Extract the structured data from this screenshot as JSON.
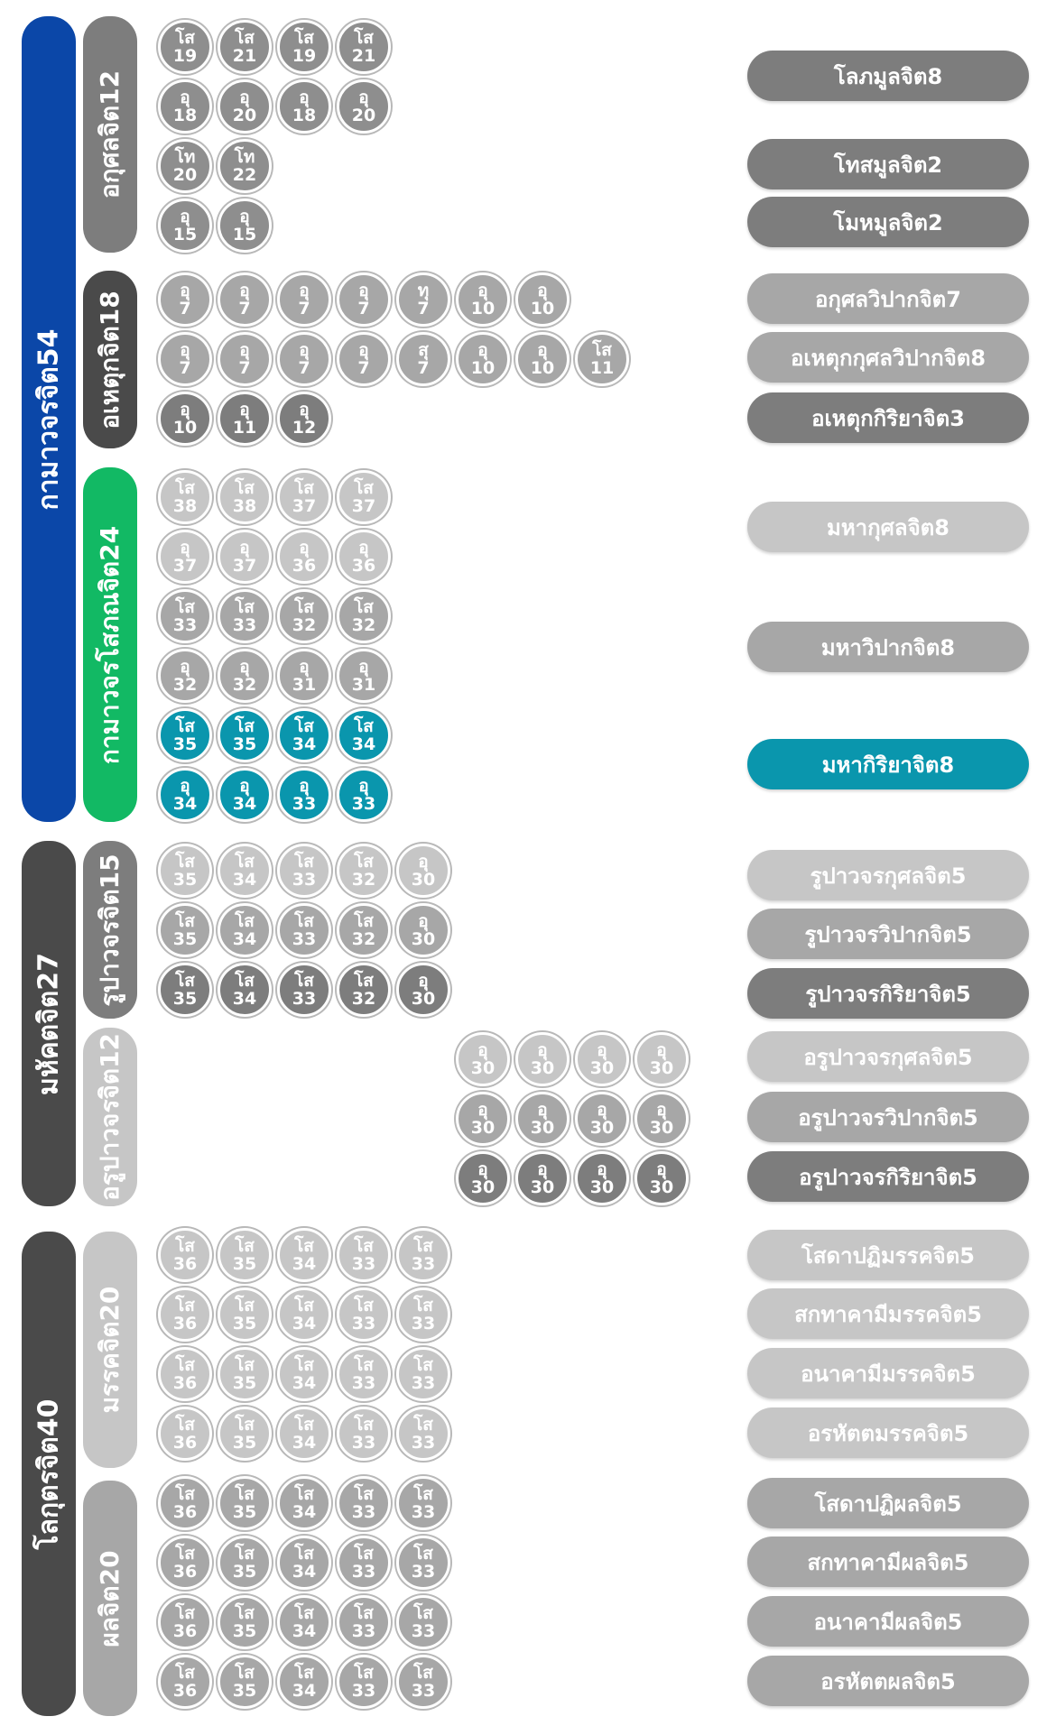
{
  "colors": {
    "blue": "#0b47a8",
    "green": "#12b964",
    "gray_dark": "#4a4a4a",
    "gray_mid": "#7d7d7d",
    "gray_mid2": "#8e8e8e",
    "gray_light": "#a7a7a7",
    "gray_pale": "#c6c6c6",
    "teal": "#0a96ad"
  },
  "level1": [
    {
      "label": "กามาวจรจิต54",
      "color": "#0b47a8"
    },
    {
      "label": "มหัคตจิต27",
      "color": "#4a4a4a"
    },
    {
      "label": "โลกุตรจิต40",
      "color": "#4a4a4a"
    }
  ],
  "level2": [
    {
      "label": "อกุศลจิต12",
      "color": "#7d7d7d"
    },
    {
      "label": "อเหตุกจิต18",
      "color": "#4a4a4a"
    },
    {
      "label": "กามาวจรโสภณจิต24",
      "color": "#12b964"
    },
    {
      "label": "รูปาวจรจิต15",
      "color": "#7d7d7d"
    },
    {
      "label": "อรูปาวจรจิต12",
      "color": "#c6c6c6"
    },
    {
      "label": "มรรคจิต20",
      "color": "#c6c6c6"
    },
    {
      "label": "ผลจิต20",
      "color": "#a7a7a7"
    }
  ],
  "categories": [
    {
      "label": "โลภมูลจิต8",
      "color": "#7d7d7d"
    },
    {
      "label": "โทสมูลจิต2",
      "color": "#7d7d7d"
    },
    {
      "label": "โมหมูลจิต2",
      "color": "#7d7d7d"
    },
    {
      "label": "อกุศลวิปากจิต7",
      "color": "#a7a7a7"
    },
    {
      "label": "อเหตุกกุศลวิปากจิต8",
      "color": "#a7a7a7"
    },
    {
      "label": "อเหตุกกิริยาจิต3",
      "color": "#7d7d7d"
    },
    {
      "label": "มหากุศลจิต8",
      "color": "#c6c6c6"
    },
    {
      "label": "มหาวิปากจิต8",
      "color": "#a7a7a7"
    },
    {
      "label": "มหากิริยาจิต8",
      "color": "#0a96ad"
    },
    {
      "label": "รูปาวจรกุศลจิต5",
      "color": "#c6c6c6"
    },
    {
      "label": "รูปาวจรวิปากจิต5",
      "color": "#a7a7a7"
    },
    {
      "label": "รูปาวจรกิริยาจิต5",
      "color": "#7d7d7d"
    },
    {
      "label": "อรูปาวจรกุศลจิต5",
      "color": "#c6c6c6"
    },
    {
      "label": "อรูปาวจรวิปากจิต5",
      "color": "#a7a7a7"
    },
    {
      "label": "อรูปาวจรกิริยาจิต5",
      "color": "#7d7d7d"
    },
    {
      "label": "โสดาปฏิมรรคจิต5",
      "color": "#c6c6c6"
    },
    {
      "label": "สกทาคามีมรรคจิต5",
      "color": "#c6c6c6"
    },
    {
      "label": "อนาคามีมรรคจิต5",
      "color": "#c6c6c6"
    },
    {
      "label": "อรหัตตมรรคจิต5",
      "color": "#c6c6c6"
    },
    {
      "label": "โสดาปฏิผลจิต5",
      "color": "#a7a7a7"
    },
    {
      "label": "สกทาคามีผลจิต5",
      "color": "#a7a7a7"
    },
    {
      "label": "อนาคามีผลจิต5",
      "color": "#a7a7a7"
    },
    {
      "label": "อรหัตตผลจิต5",
      "color": "#a7a7a7"
    }
  ],
  "chip_rows": [
    {
      "color": "#8e8e8e",
      "chips": [
        [
          "โส",
          "19"
        ],
        [
          "โส",
          "21"
        ],
        [
          "โส",
          "19"
        ],
        [
          "โส",
          "21"
        ]
      ]
    },
    {
      "color": "#8e8e8e",
      "chips": [
        [
          "อุ",
          "18"
        ],
        [
          "อุ",
          "20"
        ],
        [
          "อุ",
          "18"
        ],
        [
          "อุ",
          "20"
        ]
      ]
    },
    {
      "color": "#8e8e8e",
      "chips": [
        [
          "โท",
          "20"
        ],
        [
          "โท",
          "22"
        ]
      ]
    },
    {
      "color": "#8e8e8e",
      "chips": [
        [
          "อุ",
          "15"
        ],
        [
          "อุ",
          "15"
        ]
      ]
    },
    {
      "color": "#a7a7a7",
      "chips": [
        [
          "อุ",
          "7"
        ],
        [
          "อุ",
          "7"
        ],
        [
          "อุ",
          "7"
        ],
        [
          "อุ",
          "7"
        ],
        [
          "ทุ",
          "7"
        ],
        [
          "อุ",
          "10"
        ],
        [
          "อุ",
          "10"
        ]
      ]
    },
    {
      "color": "#a7a7a7",
      "chips": [
        [
          "อุ",
          "7"
        ],
        [
          "อุ",
          "7"
        ],
        [
          "อุ",
          "7"
        ],
        [
          "อุ",
          "7"
        ],
        [
          "สุ",
          "7"
        ],
        [
          "อุ",
          "10"
        ],
        [
          "อุ",
          "10"
        ],
        [
          "โส",
          "11"
        ]
      ]
    },
    {
      "color": "#7d7d7d",
      "chips": [
        [
          "อุ",
          "10"
        ],
        [
          "อุ",
          "11"
        ],
        [
          "อุ",
          "12"
        ]
      ]
    },
    {
      "color": "#c6c6c6",
      "chips": [
        [
          "โส",
          "38"
        ],
        [
          "โส",
          "38"
        ],
        [
          "โส",
          "37"
        ],
        [
          "โส",
          "37"
        ]
      ]
    },
    {
      "color": "#c6c6c6",
      "chips": [
        [
          "อุ",
          "37"
        ],
        [
          "อุ",
          "37"
        ],
        [
          "อุ",
          "36"
        ],
        [
          "อุ",
          "36"
        ]
      ]
    },
    {
      "color": "#a7a7a7",
      "chips": [
        [
          "โส",
          "33"
        ],
        [
          "โส",
          "33"
        ],
        [
          "โส",
          "32"
        ],
        [
          "โส",
          "32"
        ]
      ]
    },
    {
      "color": "#a7a7a7",
      "chips": [
        [
          "อุ",
          "32"
        ],
        [
          "อุ",
          "32"
        ],
        [
          "อุ",
          "31"
        ],
        [
          "อุ",
          "31"
        ]
      ]
    },
    {
      "color": "#0a96ad",
      "chips": [
        [
          "โส",
          "35"
        ],
        [
          "โส",
          "35"
        ],
        [
          "โส",
          "34"
        ],
        [
          "โส",
          "34"
        ]
      ]
    },
    {
      "color": "#0a96ad",
      "chips": [
        [
          "อุ",
          "34"
        ],
        [
          "อุ",
          "34"
        ],
        [
          "อุ",
          "33"
        ],
        [
          "อุ",
          "33"
        ]
      ]
    },
    {
      "color": "#c6c6c6",
      "chips": [
        [
          "โส",
          "35"
        ],
        [
          "โส",
          "34"
        ],
        [
          "โส",
          "33"
        ],
        [
          "โส",
          "32"
        ],
        [
          "อุ",
          "30"
        ]
      ]
    },
    {
      "color": "#a7a7a7",
      "chips": [
        [
          "โส",
          "35"
        ],
        [
          "โส",
          "34"
        ],
        [
          "โส",
          "33"
        ],
        [
          "โส",
          "32"
        ],
        [
          "อุ",
          "30"
        ]
      ]
    },
    {
      "color": "#7d7d7d",
      "chips": [
        [
          "โส",
          "35"
        ],
        [
          "โส",
          "34"
        ],
        [
          "โส",
          "33"
        ],
        [
          "โส",
          "32"
        ],
        [
          "อุ",
          "30"
        ]
      ]
    },
    {
      "color": "#c6c6c6",
      "chips": [
        [
          "อุ",
          "30"
        ],
        [
          "อุ",
          "30"
        ],
        [
          "อุ",
          "30"
        ],
        [
          "อุ",
          "30"
        ]
      ]
    },
    {
      "color": "#a7a7a7",
      "chips": [
        [
          "อุ",
          "30"
        ],
        [
          "อุ",
          "30"
        ],
        [
          "อุ",
          "30"
        ],
        [
          "อุ",
          "30"
        ]
      ]
    },
    {
      "color": "#7d7d7d",
      "chips": [
        [
          "อุ",
          "30"
        ],
        [
          "อุ",
          "30"
        ],
        [
          "อุ",
          "30"
        ],
        [
          "อุ",
          "30"
        ]
      ]
    },
    {
      "color": "#c6c6c6",
      "chips": [
        [
          "โส",
          "36"
        ],
        [
          "โส",
          "35"
        ],
        [
          "โส",
          "34"
        ],
        [
          "โส",
          "33"
        ],
        [
          "โส",
          "33"
        ]
      ]
    },
    {
      "color": "#c6c6c6",
      "chips": [
        [
          "โส",
          "36"
        ],
        [
          "โส",
          "35"
        ],
        [
          "โส",
          "34"
        ],
        [
          "โส",
          "33"
        ],
        [
          "โส",
          "33"
        ]
      ]
    },
    {
      "color": "#c6c6c6",
      "chips": [
        [
          "โส",
          "36"
        ],
        [
          "โส",
          "35"
        ],
        [
          "โส",
          "34"
        ],
        [
          "โส",
          "33"
        ],
        [
          "โส",
          "33"
        ]
      ]
    },
    {
      "color": "#c6c6c6",
      "chips": [
        [
          "โส",
          "36"
        ],
        [
          "โส",
          "35"
        ],
        [
          "โส",
          "34"
        ],
        [
          "โส",
          "33"
        ],
        [
          "โส",
          "33"
        ]
      ]
    },
    {
      "color": "#a7a7a7",
      "chips": [
        [
          "โส",
          "36"
        ],
        [
          "โส",
          "35"
        ],
        [
          "โส",
          "34"
        ],
        [
          "โส",
          "33"
        ],
        [
          "โส",
          "33"
        ]
      ]
    },
    {
      "color": "#a7a7a7",
      "chips": [
        [
          "โส",
          "36"
        ],
        [
          "โส",
          "35"
        ],
        [
          "โส",
          "34"
        ],
        [
          "โส",
          "33"
        ],
        [
          "โส",
          "33"
        ]
      ]
    },
    {
      "color": "#a7a7a7",
      "chips": [
        [
          "โส",
          "36"
        ],
        [
          "โส",
          "35"
        ],
        [
          "โส",
          "34"
        ],
        [
          "โส",
          "33"
        ],
        [
          "โส",
          "33"
        ]
      ]
    },
    {
      "color": "#a7a7a7",
      "chips": [
        [
          "โส",
          "36"
        ],
        [
          "โส",
          "35"
        ],
        [
          "โส",
          "34"
        ],
        [
          "โส",
          "33"
        ],
        [
          "โส",
          "33"
        ]
      ]
    }
  ]
}
